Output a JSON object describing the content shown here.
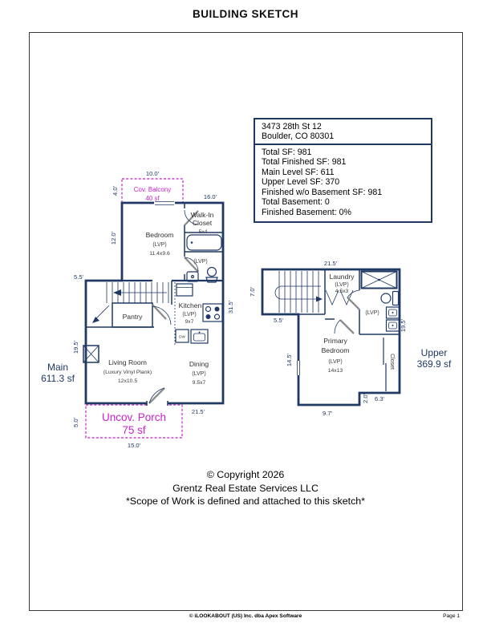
{
  "title": "BUILDING SKETCH",
  "info_box": {
    "address_line1": "3473 28th St 12",
    "address_line2": "Boulder, CO 80301",
    "stats": [
      "Total SF: 981",
      "Total Finished SF: 981",
      "Main Level SF: 611",
      "Upper Level SF: 370",
      "Finished w/o Basement SF: 981",
      "Total Basement: 0",
      "Finished Basement: 0%"
    ]
  },
  "main_floor": {
    "level_label": "Main",
    "level_area": "611.3 sf",
    "balcony": {
      "name": "Cov. Balcony",
      "area": "40 sf"
    },
    "porch": {
      "name": "Uncov. Porch",
      "area": "75 sf"
    },
    "bedroom": {
      "name": "Bedroom",
      "floor": "(LVP)",
      "size": "11.4x9.6"
    },
    "walkin": {
      "name1": "Walk-In",
      "name2": "Closet",
      "size": "5x4"
    },
    "bath_floor": "(LVP)",
    "pantry": "Pantry",
    "kitchen": {
      "name": "Kitchen",
      "floor": "(LVP)",
      "size": "9x7"
    },
    "living": {
      "name": "Living Room",
      "floor": "(Luxury Vinyl Plank)",
      "size": "12x10.5"
    },
    "dining": {
      "name": "Dining",
      "floor": "(LVP)",
      "size": "9.5x7"
    },
    "dishwasher": "DW",
    "dims": {
      "balcony_w": "10.0'",
      "balcony_h": "4.0'",
      "top": "16.0'",
      "bedroom_h": "12.0'",
      "jog": "5.5'",
      "living_h": "19.5'",
      "right_h": "31.5'",
      "bottom": "21.5'",
      "porch_h": "5.0'",
      "porch_w": "15.0'"
    }
  },
  "upper_floor": {
    "level_label": "Upper",
    "level_area": "369.9 sf",
    "laundry": {
      "name": "Laundry",
      "floor": "(LVP)",
      "size": "4.5x3"
    },
    "bath_floor": "(LVP)",
    "primary": {
      "name1": "Primary",
      "name2": "Bedroom",
      "floor": "(LVP)",
      "size": "14x13"
    },
    "closet": "Closet",
    "dims": {
      "top": "21.5'",
      "stair_h": "7.0'",
      "stair_w": "5.5'",
      "right_h": "19.5'",
      "bedroom_h": "14.5'",
      "notch_h": "2.0'",
      "notch_w": "6.3'",
      "bottom": "9.7'"
    }
  },
  "copyright": {
    "line1": "© Copyright 2026",
    "line2": "Grentz Real Estate Services LLC",
    "line3": "*Scope of Work is defined and attached to this sketch*"
  },
  "footer": {
    "left": "© iLOOKABOUT (US) Inc. dba Apex Software",
    "right": "Page 1"
  },
  "colors": {
    "wall_navy": "#1F3864",
    "dimension_navy": "#1F3864",
    "accent_magenta": "#CC22CC"
  }
}
